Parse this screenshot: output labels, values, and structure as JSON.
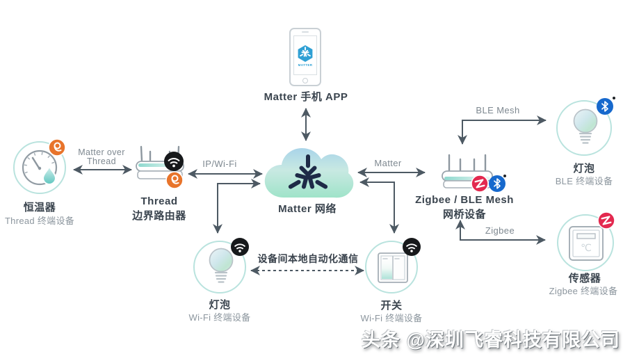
{
  "nodes": {
    "phone": {
      "label": "Matter 手机 APP",
      "app_text": "MATTER"
    },
    "cloud": {
      "label": "Matter 网络"
    },
    "thermostat": {
      "name": "恒温器",
      "subtitle": "Thread 终端设备"
    },
    "thread_router": {
      "name": "Thread",
      "name_line2": "边界路由器"
    },
    "bridge_router": {
      "name": "Zigbee / BLE Mesh",
      "name_line2": "网桥设备"
    },
    "ble_bulb": {
      "name": "灯泡",
      "subtitle": "BLE 终端设备"
    },
    "zigbee_sensor": {
      "name": "传感器",
      "subtitle": "Zigbee 终端设备",
      "display": "℃"
    },
    "wifi_bulb": {
      "name": "灯泡",
      "subtitle": "Wi-Fi 终端设备"
    },
    "wifi_switch": {
      "name": "开关",
      "subtitle": "Wi-Fi 终端设备"
    }
  },
  "links": {
    "matter_over_thread_line1": "Matter over",
    "matter_over_thread_line2": "Thread",
    "ip_wifi": "IP/Wi-Fi",
    "matter": "Matter",
    "ble_mesh": "BLE Mesh",
    "zigbee": "Zigbee",
    "local_automation": "设备间本地自动化通信"
  },
  "watermark": {
    "text": "头条 @深圳飞睿科技有限公司"
  },
  "icons": {
    "matter-logo-icon": "triskelion arrows",
    "cloud-icon": "cloud",
    "phone-icon": "smartphone",
    "thermostat-gauge-icon": "gauge with water drop",
    "router-icon": "wifi router with antennas",
    "bulb-icon": "light bulb",
    "switch-icon": "rocker wall switch",
    "sensor-icon": "thermostat sensor panel",
    "wifi-badge-icon": "wifi waves on black circle",
    "thread-badge-icon": "thread loop on orange circle",
    "bluetooth-badge-icon": "bluetooth rune on blue circle",
    "zigbee-badge-icon": "zigbee Z on red circle"
  },
  "colors": {
    "circle_teal": "#b9e3de",
    "cloud_top": "#a9d4e9",
    "cloud_bottom": "#9fe3c9",
    "matter_navy": "#1e2a47",
    "thread_orange": "#e8742b",
    "zigbee_red": "#e3294f",
    "bluetooth_blue": "#1769cd",
    "wifi_black": "#17191b",
    "arrow_gray": "#4d5963",
    "text_dark": "#3a444e",
    "text_gray": "#8c969e",
    "app_blue": "#2fa0d4"
  }
}
